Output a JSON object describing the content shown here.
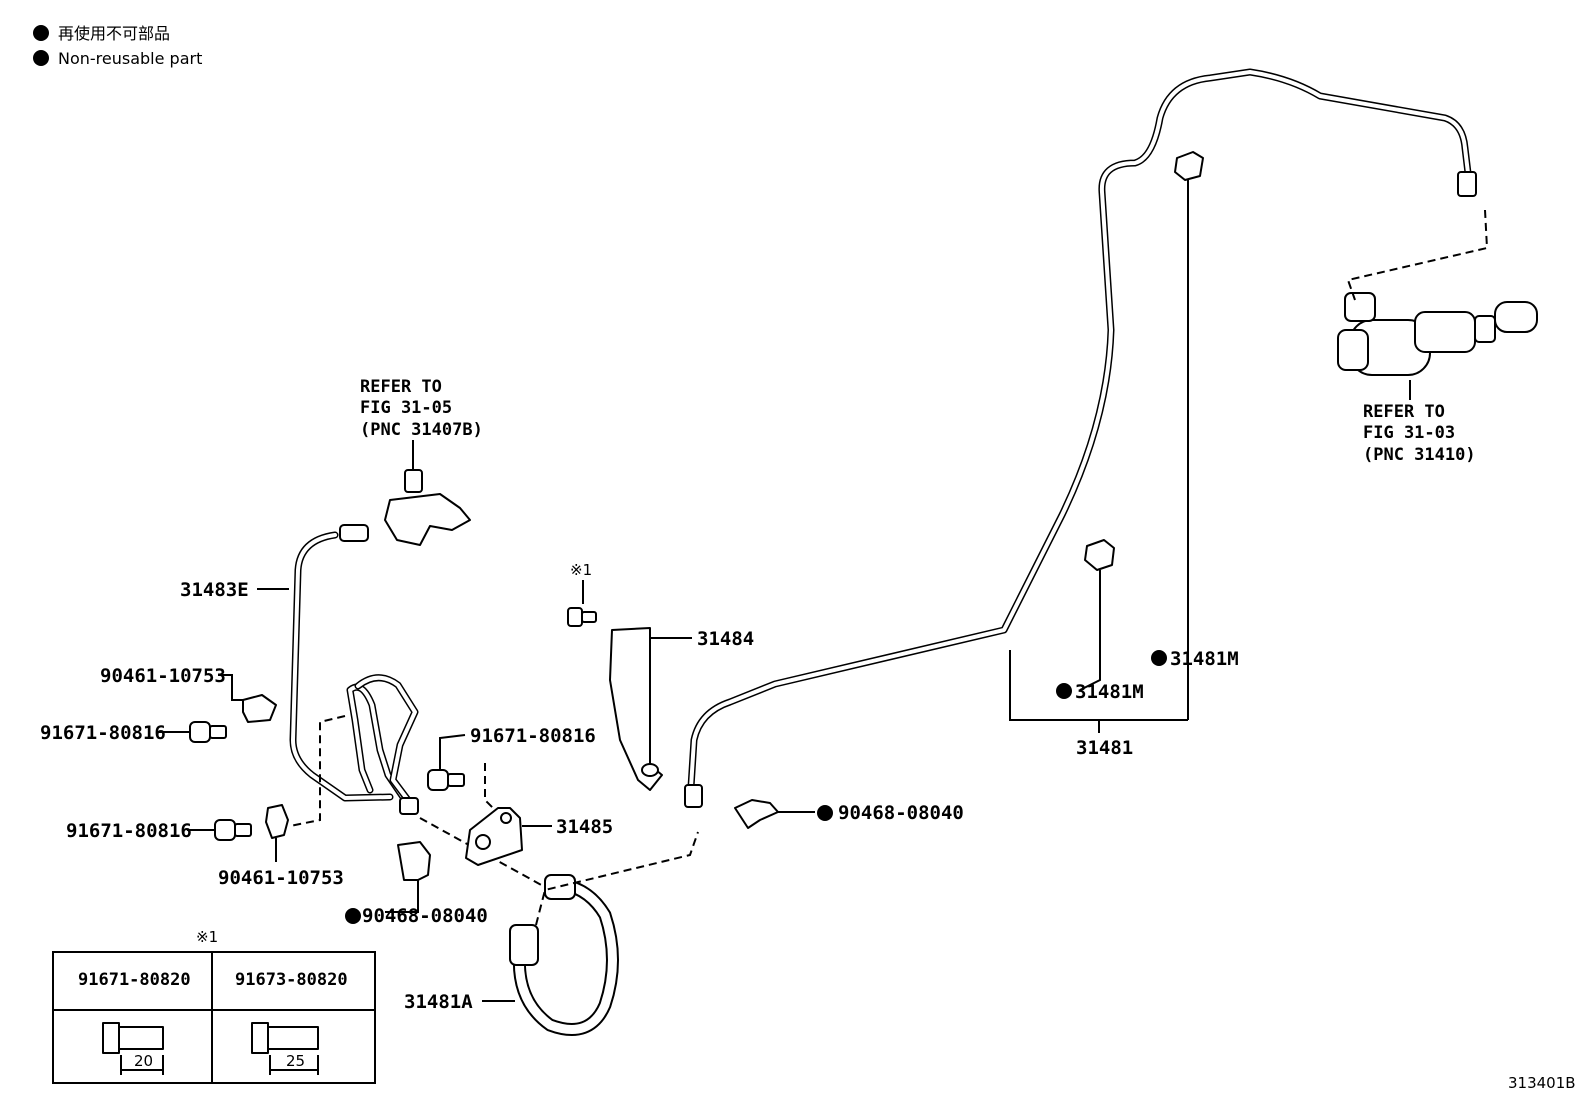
{
  "legend": {
    "jp": "再使用不可部品",
    "en": "Non-reusable part"
  },
  "refer_top": {
    "line1": "REFER TO",
    "line2": "FIG 31-05",
    "line3": "(PNC 31407B)"
  },
  "refer_right": {
    "line1": "REFER TO",
    "line2": "FIG 31-03",
    "line3": "(PNC 31410)"
  },
  "labels": {
    "p31483E": "31483E",
    "p90461_a": "90461-10753",
    "p91671_a": "91671-80816",
    "p91671_b": "91671-80816",
    "p91671_c": "91671-80816",
    "p90461_b": "90461-10753",
    "p90468_a": "90468-08040",
    "p90468_b": "90468-08040",
    "p31484": "31484",
    "p31485": "31485",
    "p31481A": "31481A",
    "p31481M_a": "31481M",
    "p31481M_b": "31481M",
    "p31481": "31481",
    "note_mark": "※1"
  },
  "note_table": {
    "mark": "※1",
    "col1_part": "91671-80820",
    "col2_part": "91673-80820",
    "col1_dim": "20",
    "col2_dim": "25"
  },
  "figure_code": "313401B"
}
